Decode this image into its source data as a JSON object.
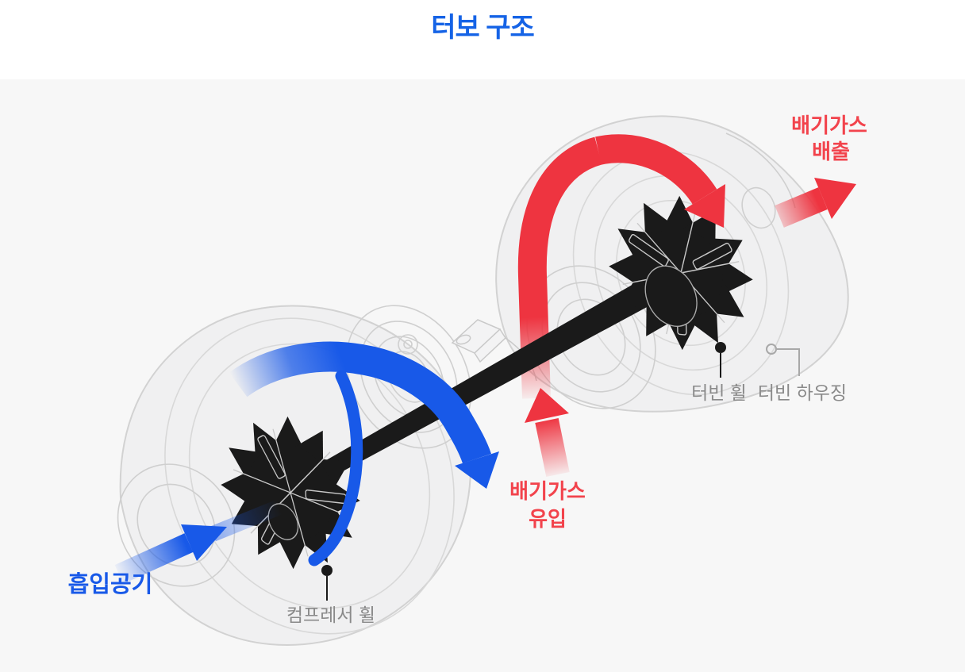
{
  "title": "터보 구조",
  "diagram": {
    "labels": {
      "intake_air": "흡입공기",
      "compressor_wheel": "컴프레서 휠",
      "turbine_wheel": "터빈 휠",
      "turbine_housing": "터빈 하우징",
      "exhaust_inflow": {
        "line1": "배기가스",
        "line2": "유입"
      },
      "exhaust_outflow": {
        "line1": "배기가스",
        "line2": "배출"
      }
    },
    "colors": {
      "title_blue": "#1563E6",
      "flow_blue": "#1859E8",
      "flow_red": "#EE3440",
      "label_red": "#F2434C",
      "label_gray": "#8A8A8A",
      "outline_gray": "#D2D2D2",
      "part_black": "#1A1A1A",
      "panel_bg": "#F7F7F7",
      "housing_fill": "#F0F0F1"
    }
  }
}
